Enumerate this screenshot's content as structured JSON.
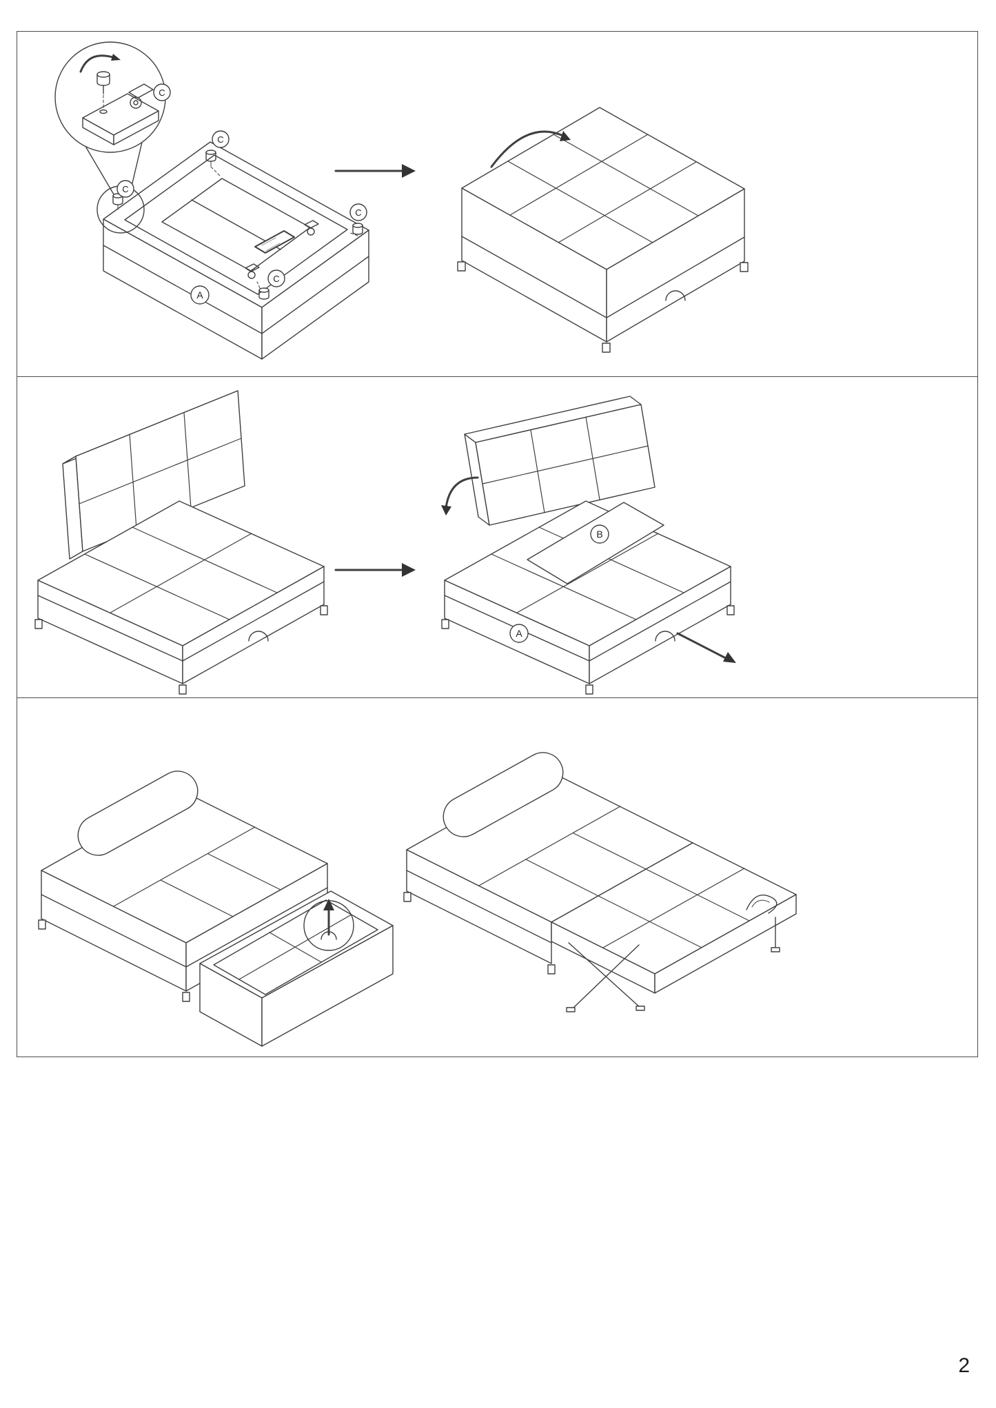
{
  "page": {
    "number": "2"
  },
  "callouts": {
    "part_a": "A",
    "part_b": "B",
    "part_c": "C"
  },
  "colors": {
    "sticker": "#f0d200"
  }
}
